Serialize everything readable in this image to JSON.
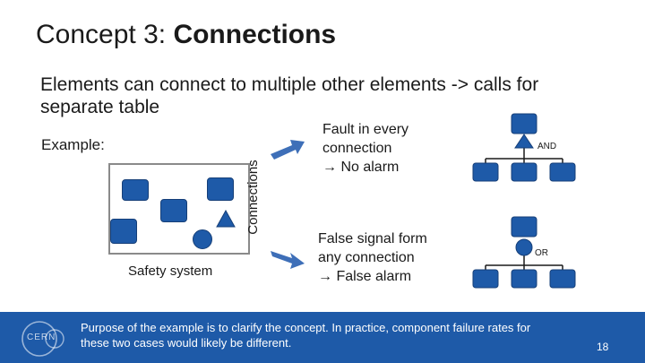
{
  "slide": {
    "title_plain": "Concept 3: ",
    "title_bold": "Connections",
    "subtitle": "Elements can connect to multiple other elements -> calls for separate table",
    "example_label": "Example:",
    "connections_label": "Connections",
    "safety_system_label": "Safety system",
    "case_and": {
      "line1": "Fault in every",
      "line2": "connection",
      "line3": "No alarm",
      "gate_label": "AND"
    },
    "case_or": {
      "line1": "False signal form",
      "line2": "any connection",
      "line3": "False alarm",
      "gate_label": "OR"
    },
    "footer_text": "Purpose of the example is to clarify the concept. In practice, component failure rates for these two cases would likely be different.",
    "page_number": "18",
    "logo_text": "CERN"
  },
  "colors": {
    "accent_blue": "#1e5aa8",
    "node_blue": "#1e5aa8",
    "arrow_blue": "#3e6fb8",
    "border_gray": "#8a8a8a"
  }
}
